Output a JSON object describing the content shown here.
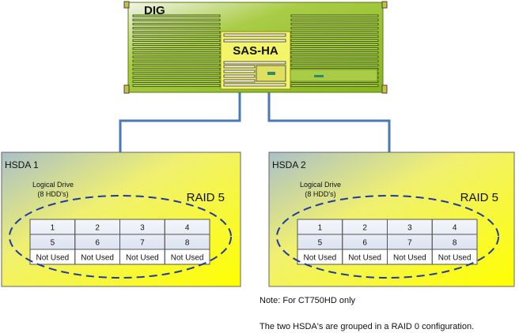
{
  "dig": {
    "label": "DIG"
  },
  "sas_ha": {
    "label": "SAS-HA"
  },
  "arrays": [
    {
      "label": "HSDA 1",
      "logical_line1": "Logical Drive",
      "logical_line2": "(8 HDD's)",
      "raid": "RAID 5",
      "rows": [
        [
          "1",
          "2",
          "3",
          "4"
        ],
        [
          "5",
          "6",
          "7",
          "8"
        ],
        [
          "Not Used",
          "Not Used",
          "Not Used",
          "Not Used"
        ]
      ]
    },
    {
      "label": "HSDA 2",
      "logical_line1": "Logical Drive",
      "logical_line2": "(8 HDD's)",
      "raid": "RAID 5",
      "rows": [
        [
          "1",
          "2",
          "3",
          "4"
        ],
        [
          "5",
          "6",
          "7",
          "8"
        ],
        [
          "Not Used",
          "Not Used",
          "Not Used",
          "Not Used"
        ]
      ]
    }
  ],
  "note": {
    "line1": "Note:   For CT750HD only",
    "line2": "The two HSDA's are grouped in a RAID 0 configuration."
  },
  "colors": {
    "chassis": "#8fbf2a",
    "card": "#f4f46a",
    "box": "#ffff00",
    "link": "#4a78b8",
    "ellipse": "#1f3c9c"
  }
}
